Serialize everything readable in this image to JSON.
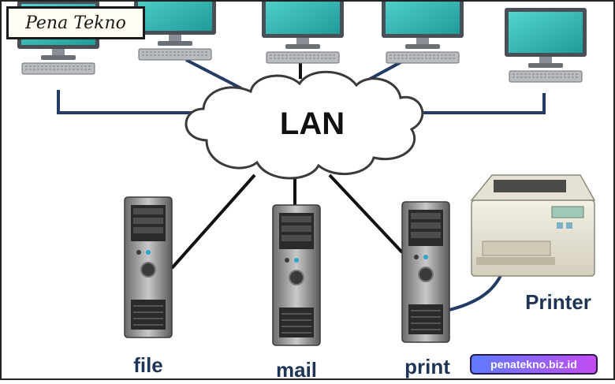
{
  "diagram": {
    "center_label": "LAN",
    "servers": [
      {
        "label": "file"
      },
      {
        "label": "mail"
      },
      {
        "label": "print"
      }
    ],
    "printer_label": "Printer"
  },
  "branding": {
    "logo_text": "Pena Tekno",
    "watermark_text": "penatekno.biz.id"
  },
  "colors": {
    "cable": "#243b66",
    "monitor_screen": "#3bbfbb",
    "label_text": "#1f3556"
  }
}
